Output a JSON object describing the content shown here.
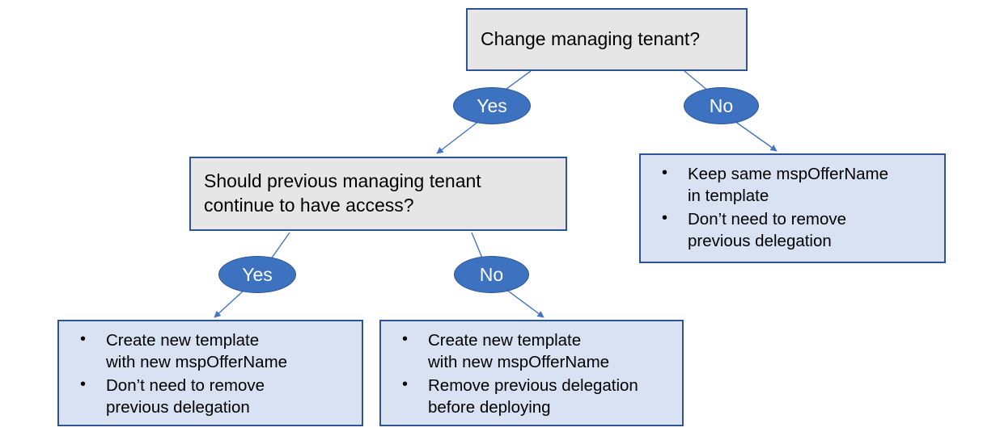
{
  "diagram": {
    "type": "decision-tree-flowchart",
    "colors": {
      "question_fill": "#e7e6e6",
      "outcome_fill": "#d9e2f3",
      "border": "#2e5496",
      "ellipse_fill": "#3c72bf",
      "ellipse_text": "#ffffff",
      "connector": "#4472c4",
      "background": "#ffffff"
    },
    "nodes": {
      "root_question": {
        "text": "Change managing tenant?"
      },
      "branch_yes_top": {
        "label": "Yes"
      },
      "branch_no_top": {
        "label": "No"
      },
      "second_question": {
        "text": "Should previous managing tenant\ncontinue to have access?"
      },
      "branch_yes_bottom": {
        "label": "Yes"
      },
      "branch_no_bottom": {
        "label": "No"
      },
      "outcome_no_change": {
        "bullets": [
          "Keep same mspOfferName\nin template",
          "Don’t need to remove\nprevious delegation"
        ]
      },
      "outcome_keep_access": {
        "bullets": [
          "Create new template\nwith new mspOfferName",
          "Don’t need to remove\nprevious delegation"
        ]
      },
      "outcome_revoke_access": {
        "bullets": [
          "Create new template\nwith new mspOfferName",
          "Remove previous delegation\nbefore deploying"
        ]
      }
    }
  }
}
